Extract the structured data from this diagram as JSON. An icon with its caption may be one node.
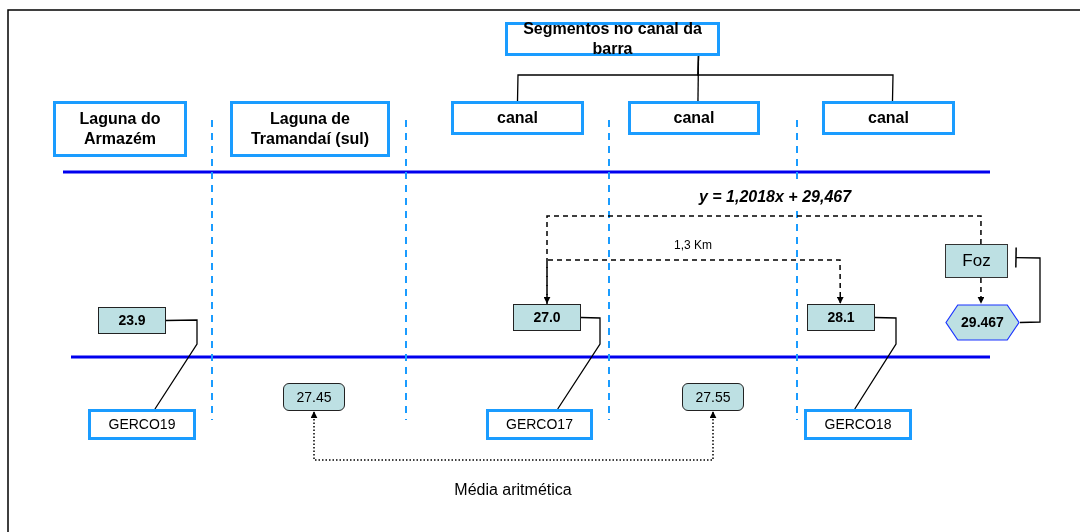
{
  "diagram": {
    "nodes": [
      {
        "text": [
          "Segmentos no canal da barra"
        ]
      },
      {
        "text": [
          "Laguna do Armazém"
        ]
      },
      {
        "text": [
          "Laguna de Tramandaí (sul)"
        ]
      },
      {
        "text": [
          "canal"
        ]
      },
      {
        "text": [
          "canal"
        ]
      },
      {
        "text": [
          "canal"
        ]
      },
      {
        "text": [
          "Foz"
        ]
      },
      {
        "text": [
          "23.9"
        ]
      },
      {
        "text": [
          "27.0"
        ]
      },
      {
        "text": [
          "28.1"
        ]
      },
      {
        "text": [
          "29.467"
        ]
      },
      {
        "text": [
          "GERCO19"
        ]
      },
      {
        "text": [
          "27.45"
        ]
      },
      {
        "text": [
          "GERCO17"
        ]
      },
      {
        "text": [
          "27.55"
        ]
      },
      {
        "text": [
          "GERCO18"
        ]
      }
    ],
    "edges": [
      {
        "from": 0,
        "to": 3,
        "arrow": "none"
      },
      {
        "from": 0,
        "to": 4,
        "arrow": "none"
      },
      {
        "from": 0,
        "to": 5,
        "arrow": "none"
      },
      {
        "from": 6,
        "to": 8,
        "arrow": "to",
        "style": "dashed",
        "label": "y = 1,2018x + 29,467"
      },
      {
        "from": 8,
        "to": 9,
        "arrow": "to",
        "style": "dashed",
        "label": "1,3 Km"
      },
      {
        "from": 6,
        "to": 10,
        "arrow": "to",
        "style": "dashed"
      },
      {
        "from": 10,
        "to": 6,
        "arrow": "other"
      },
      {
        "from": 7,
        "to": 11,
        "arrow": "none"
      },
      {
        "from": 8,
        "to": 13,
        "arrow": "none"
      },
      {
        "from": 9,
        "to": 15,
        "arrow": "none"
      },
      {
        "from": 12,
        "to": 14,
        "arrow": "both",
        "style": "dashed",
        "label": "Média aritmética"
      }
    ]
  }
}
